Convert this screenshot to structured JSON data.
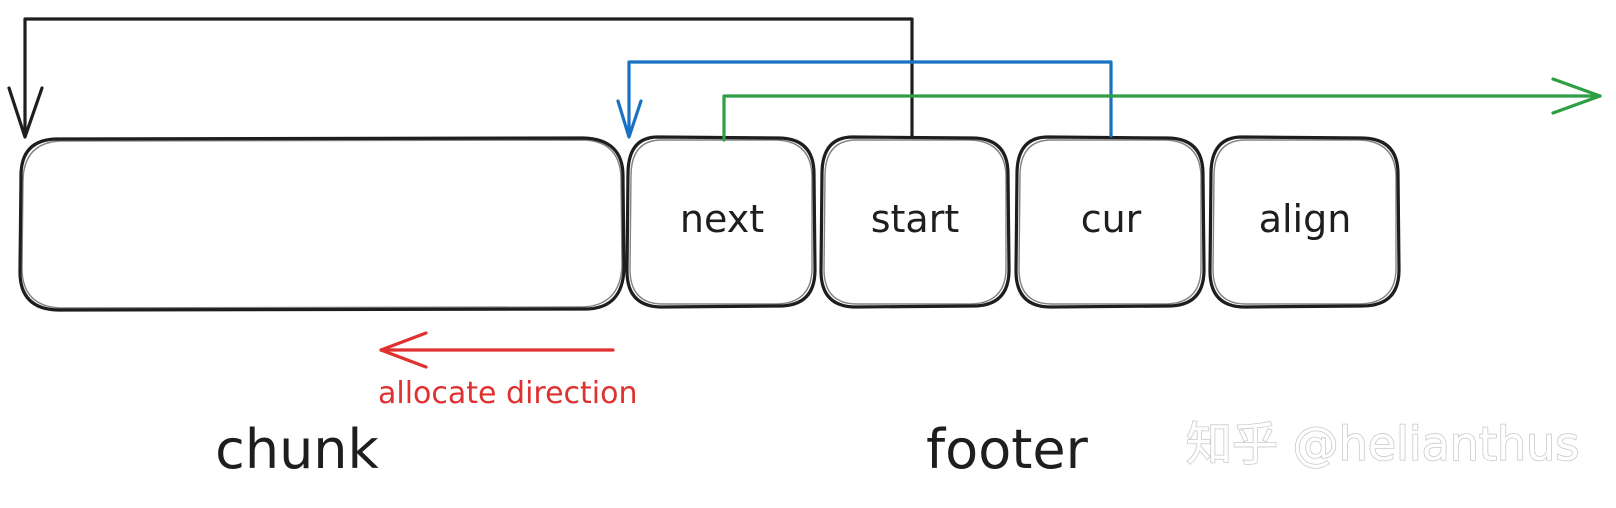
{
  "diagram": {
    "fields": [
      {
        "id": "next",
        "label": "next"
      },
      {
        "id": "start",
        "label": "start"
      },
      {
        "id": "cur",
        "label": "cur"
      },
      {
        "id": "align",
        "label": "align"
      }
    ],
    "sections": {
      "chunk": "chunk",
      "footer": "footer"
    },
    "allocate_direction_label": "allocate direction",
    "watermark": "知乎 @helianthus",
    "colors": {
      "start_pointer": "#1e1e1e",
      "cur_pointer": "#1971c2",
      "next_pointer": "#2f9e44",
      "allocate_direction": "#e03131",
      "box_stroke": "#1e1e1e",
      "watermark": "#c9c9c9"
    }
  }
}
